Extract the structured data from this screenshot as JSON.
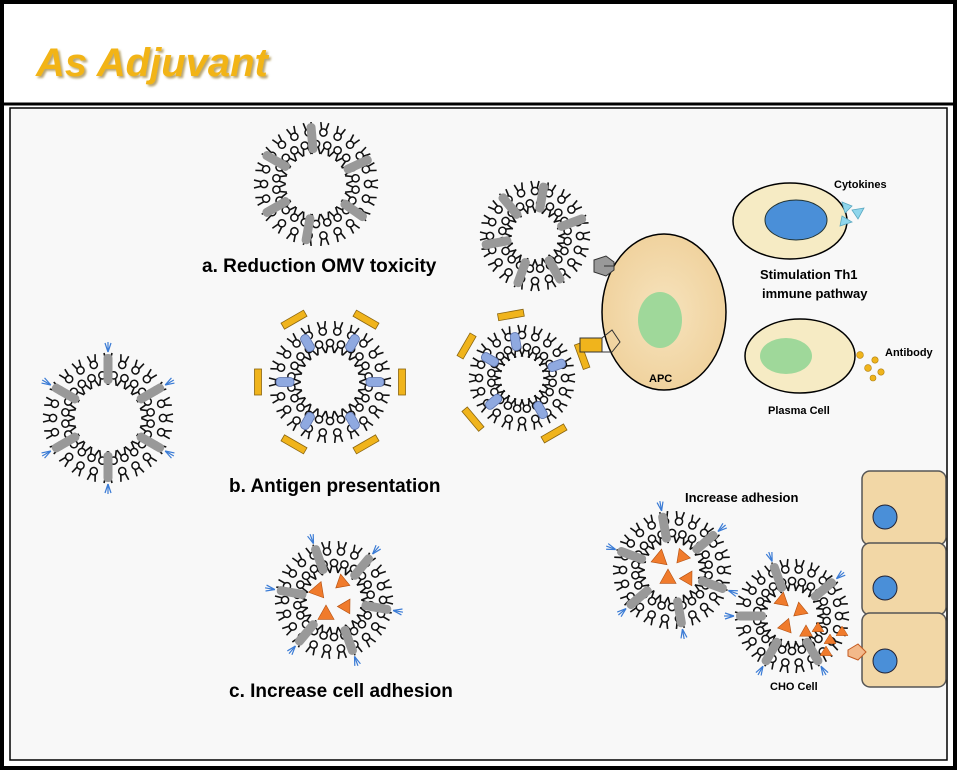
{
  "header": {
    "title": "As Adjuvant"
  },
  "captions": {
    "a": "a. Reduction OMV toxicity",
    "b": "b. Antigen presentation",
    "c": "c. Increase cell adhesion"
  },
  "labels": {
    "cytokines": "Cytokines",
    "stim_line1": "Stimulation Th1",
    "stim_line2": "immune pathway",
    "antibody": "Antibody",
    "apc": "APC",
    "plasma_cell": "Plasma  Cell",
    "increase_adhesion": "Increase adhesion",
    "cho_cell": "CHO Cell"
  },
  "colors": {
    "title_gold": "#f2b417",
    "frame": "#000000",
    "panel_bg": "#f8f8f8",
    "cell_fill": "#f2d7a6",
    "cell_fill_light": "#f6ebc4",
    "nucleus_blue": "#4a8fd8",
    "nucleus_green": "#9fd89a",
    "protein_gray": "#999999",
    "antigen_yellow": "#f0b41c",
    "carrier_blue": "#8fa9e0",
    "cargo_orange": "#f07b2c",
    "cytokine_cyan": "#8fd6ec"
  }
}
